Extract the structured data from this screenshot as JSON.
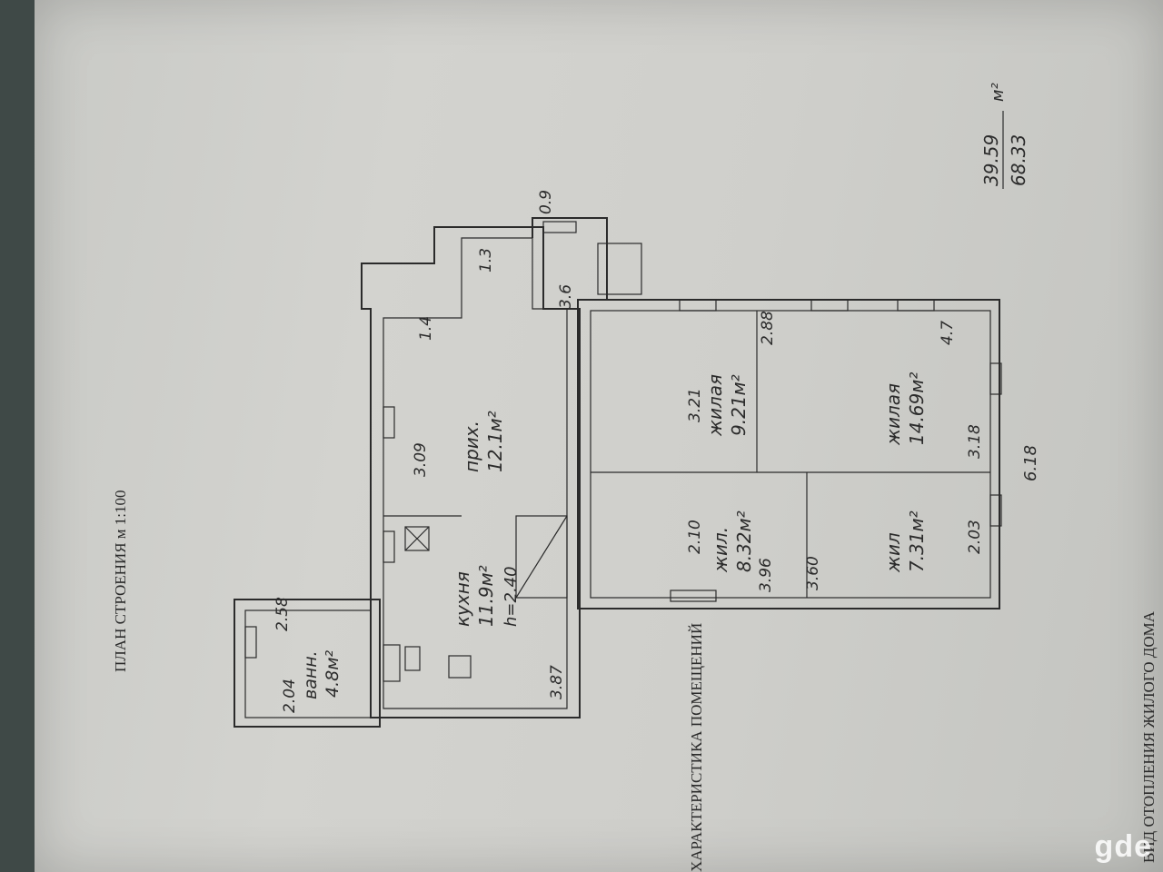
{
  "plan": {
    "title": "ПЛАН СТРОЕНИЯ м 1:100",
    "footer_left": "ХАРАКТЕРИСТИКА ПОМЕЩЕНИЙ",
    "footer_right": "ВИД ОТОПЛЕНИЯ ЖИЛОГО ДОМА",
    "area_living": "39.59",
    "area_total": "68.33",
    "area_unit": "м²"
  },
  "rooms": [
    {
      "id": "bath",
      "name": "ванн.",
      "area": "4.8м²"
    },
    {
      "id": "kitchen",
      "name": "кухня",
      "area": "11.9м²",
      "height": "h=2.40"
    },
    {
      "id": "hall",
      "name": "прих.",
      "area": "12.1м²"
    },
    {
      "id": "living1",
      "name": "жилая",
      "area": "9.21м²"
    },
    {
      "id": "living2",
      "name": "жилая",
      "area": "14.69м²"
    },
    {
      "id": "living3",
      "name": "жил.",
      "area": "8.32м²"
    },
    {
      "id": "living4",
      "name": "жил",
      "area": "7.31м²"
    }
  ],
  "dimensions": {
    "bath_width": "2.58",
    "bath_inner": "2.04",
    "kitchen_len": "3.87",
    "hall_len": "3.09",
    "porch_a": "1.4",
    "porch_b": "1.3",
    "porch_c": "0.9",
    "room1_a": "3.21",
    "room1_b": "2.88",
    "room2_a": "3.18",
    "room2_b": "4.7",
    "room3_a": "2.10",
    "room3_b": "3.96",
    "room4_a": "2.03",
    "room4_b": "3.60",
    "total": "6.18",
    "hall_extra": "3.6"
  },
  "watermark": "gde"
}
